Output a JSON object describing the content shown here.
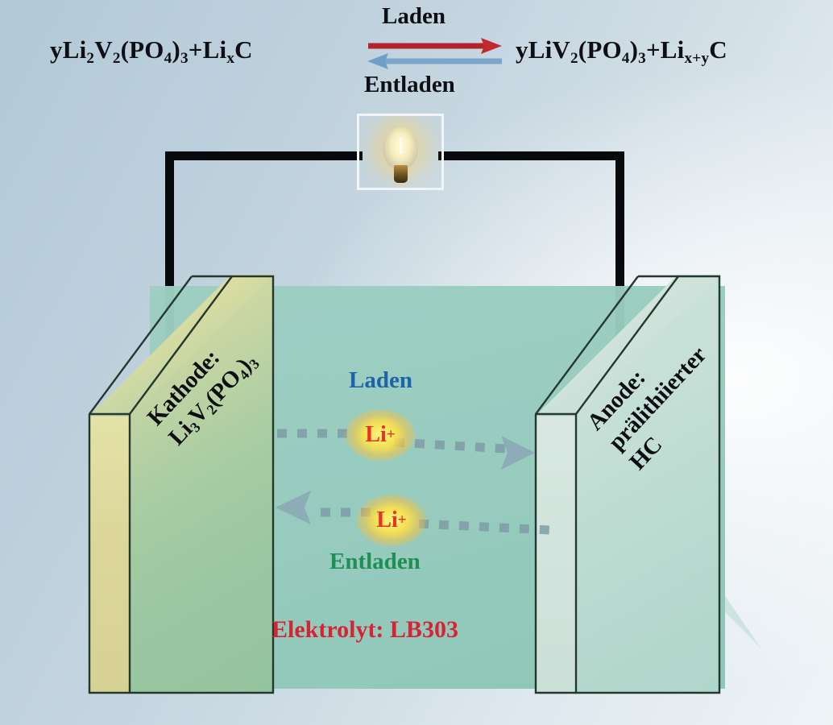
{
  "diagram": {
    "title_reaction": {
      "left_side": "yLi2V2(PO4)3+LixC",
      "right_side": "yLiV2(PO4)3+Lix+yC",
      "forward_label": "Laden",
      "reverse_label": "Entladen",
      "forward_arrow_color": "#b5222b",
      "reverse_arrow_color": "#6f9fc6"
    },
    "equation_left": {
      "y": "y",
      "li": "Li",
      "li_sub": "2",
      "v": "V",
      "v_sub": "2",
      "open": "(PO",
      "po_sub": "4",
      "close": ")",
      "close_sub": "3",
      "plus": "+Li",
      "x_sub": "x",
      "c": "C"
    },
    "equation_right": {
      "y": "y",
      "li": "LiV",
      "v_sub": "2",
      "open": "(PO",
      "po_sub": "4",
      "close": ")",
      "close_sub": "3",
      "plus": "+Li",
      "xy_sub": "x+y",
      "c": "C"
    },
    "bulb": {
      "name": "glowing-light-bulb"
    },
    "cathode": {
      "line1": "Kathode:",
      "line2_pre": "Li",
      "line2_sub1": "3",
      "line2_mid": "V",
      "line2_sub2": "2",
      "line2_open": "(PO",
      "line2_sub3": "4",
      "line2_close": ")",
      "line2_sub4": "3",
      "label_full": "Kathode: Li3V2(PO4)3"
    },
    "anode": {
      "line1": "Anode:",
      "line2": "prälithiierter",
      "line3": "HC",
      "label_full": "Anode: prälithiierter HC"
    },
    "interior": {
      "charge_label": "Laden",
      "charge_color": "#1f63a8",
      "discharge_label": "Entladen",
      "discharge_color": "#1f8f56",
      "electrolyte_label": "Elektrolyt: LB303",
      "electrolyte_color": "#d62435",
      "ion_symbol": "Li",
      "ion_charge": "+",
      "ion_color": "#e8312a",
      "ion_glow_color": "#ffe24a",
      "migration_arrow_color": "#7e9aa6"
    },
    "colors": {
      "background_start": "#b3c9d8",
      "background_end": "#eef3f6",
      "electrolyte_fill": "#9ecec2",
      "cathode_front": "#a8cca3",
      "cathode_top": "#eae6b3",
      "anode_front": "#c4dfd6",
      "wire": "#07090c",
      "outline": "#24382f"
    }
  }
}
